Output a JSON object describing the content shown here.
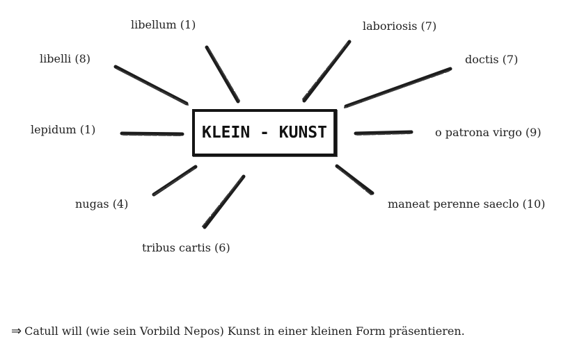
{
  "diagram": {
    "center_label": "KLEIN - KUNST",
    "terms": [
      {
        "id": "libellum",
        "label": "libellum (1)"
      },
      {
        "id": "laboriosis",
        "label": "laboriosis (7)"
      },
      {
        "id": "libelli",
        "label": "libelli (8)"
      },
      {
        "id": "doctis",
        "label": "doctis (7)"
      },
      {
        "id": "lepidum",
        "label": "lepidum (1)"
      },
      {
        "id": "o-patrona-virgo",
        "label": "o patrona virgo (9)"
      },
      {
        "id": "nugas",
        "label": "nugas (4)"
      },
      {
        "id": "maneat-perenne-saeclo",
        "label": "maneat perenne saeclo (10)"
      },
      {
        "id": "tribus-cartis",
        "label": "tribus cartis (6)"
      }
    ]
  },
  "conclusion": {
    "arrow": "⇒",
    "text": "Catull will (wie sein Vorbild Nepos) Kunst in einer kleinen Form präsentieren."
  },
  "colors": {
    "ink": "#1c1c1c",
    "background": "#ffffff"
  }
}
